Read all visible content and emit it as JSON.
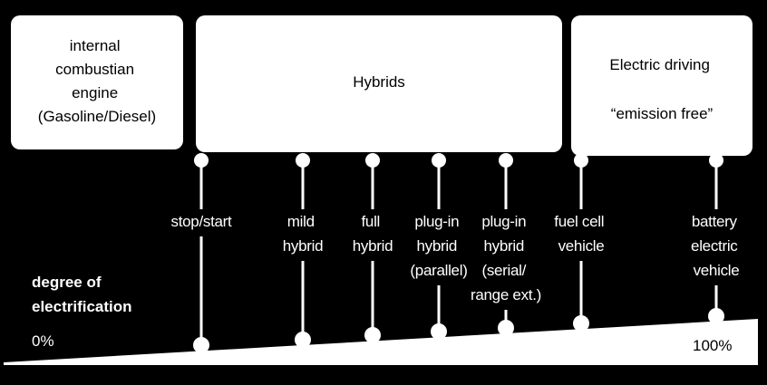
{
  "boxes": [
    {
      "lines": [
        "internal",
        "combustian",
        "engine",
        "(Gasoline/Diesel)"
      ]
    },
    {
      "lines": [
        "Hybrids"
      ]
    },
    {
      "lines": [
        "Electric driving",
        "“emission free”"
      ]
    }
  ],
  "stages": [
    {
      "lines": [
        "stop/start"
      ]
    },
    {
      "lines": [
        "mild",
        "hybrid"
      ]
    },
    {
      "lines": [
        "full",
        "hybrid"
      ]
    },
    {
      "lines": [
        "plug-in",
        "hybrid",
        "(parallel)"
      ]
    },
    {
      "lines": [
        "plug-in",
        "hybrid",
        "(serial/",
        "range ext.)"
      ]
    },
    {
      "lines": [
        "fuel cell",
        "vehicle"
      ]
    },
    {
      "lines": [
        "battery",
        "electric",
        "vehicle"
      ]
    }
  ],
  "scale": {
    "label_lines": [
      "degree of",
      "electrification"
    ],
    "min_label": "0%",
    "max_label": "100%"
  },
  "colors": {
    "background": "#000000",
    "foreground": "#ffffff"
  }
}
